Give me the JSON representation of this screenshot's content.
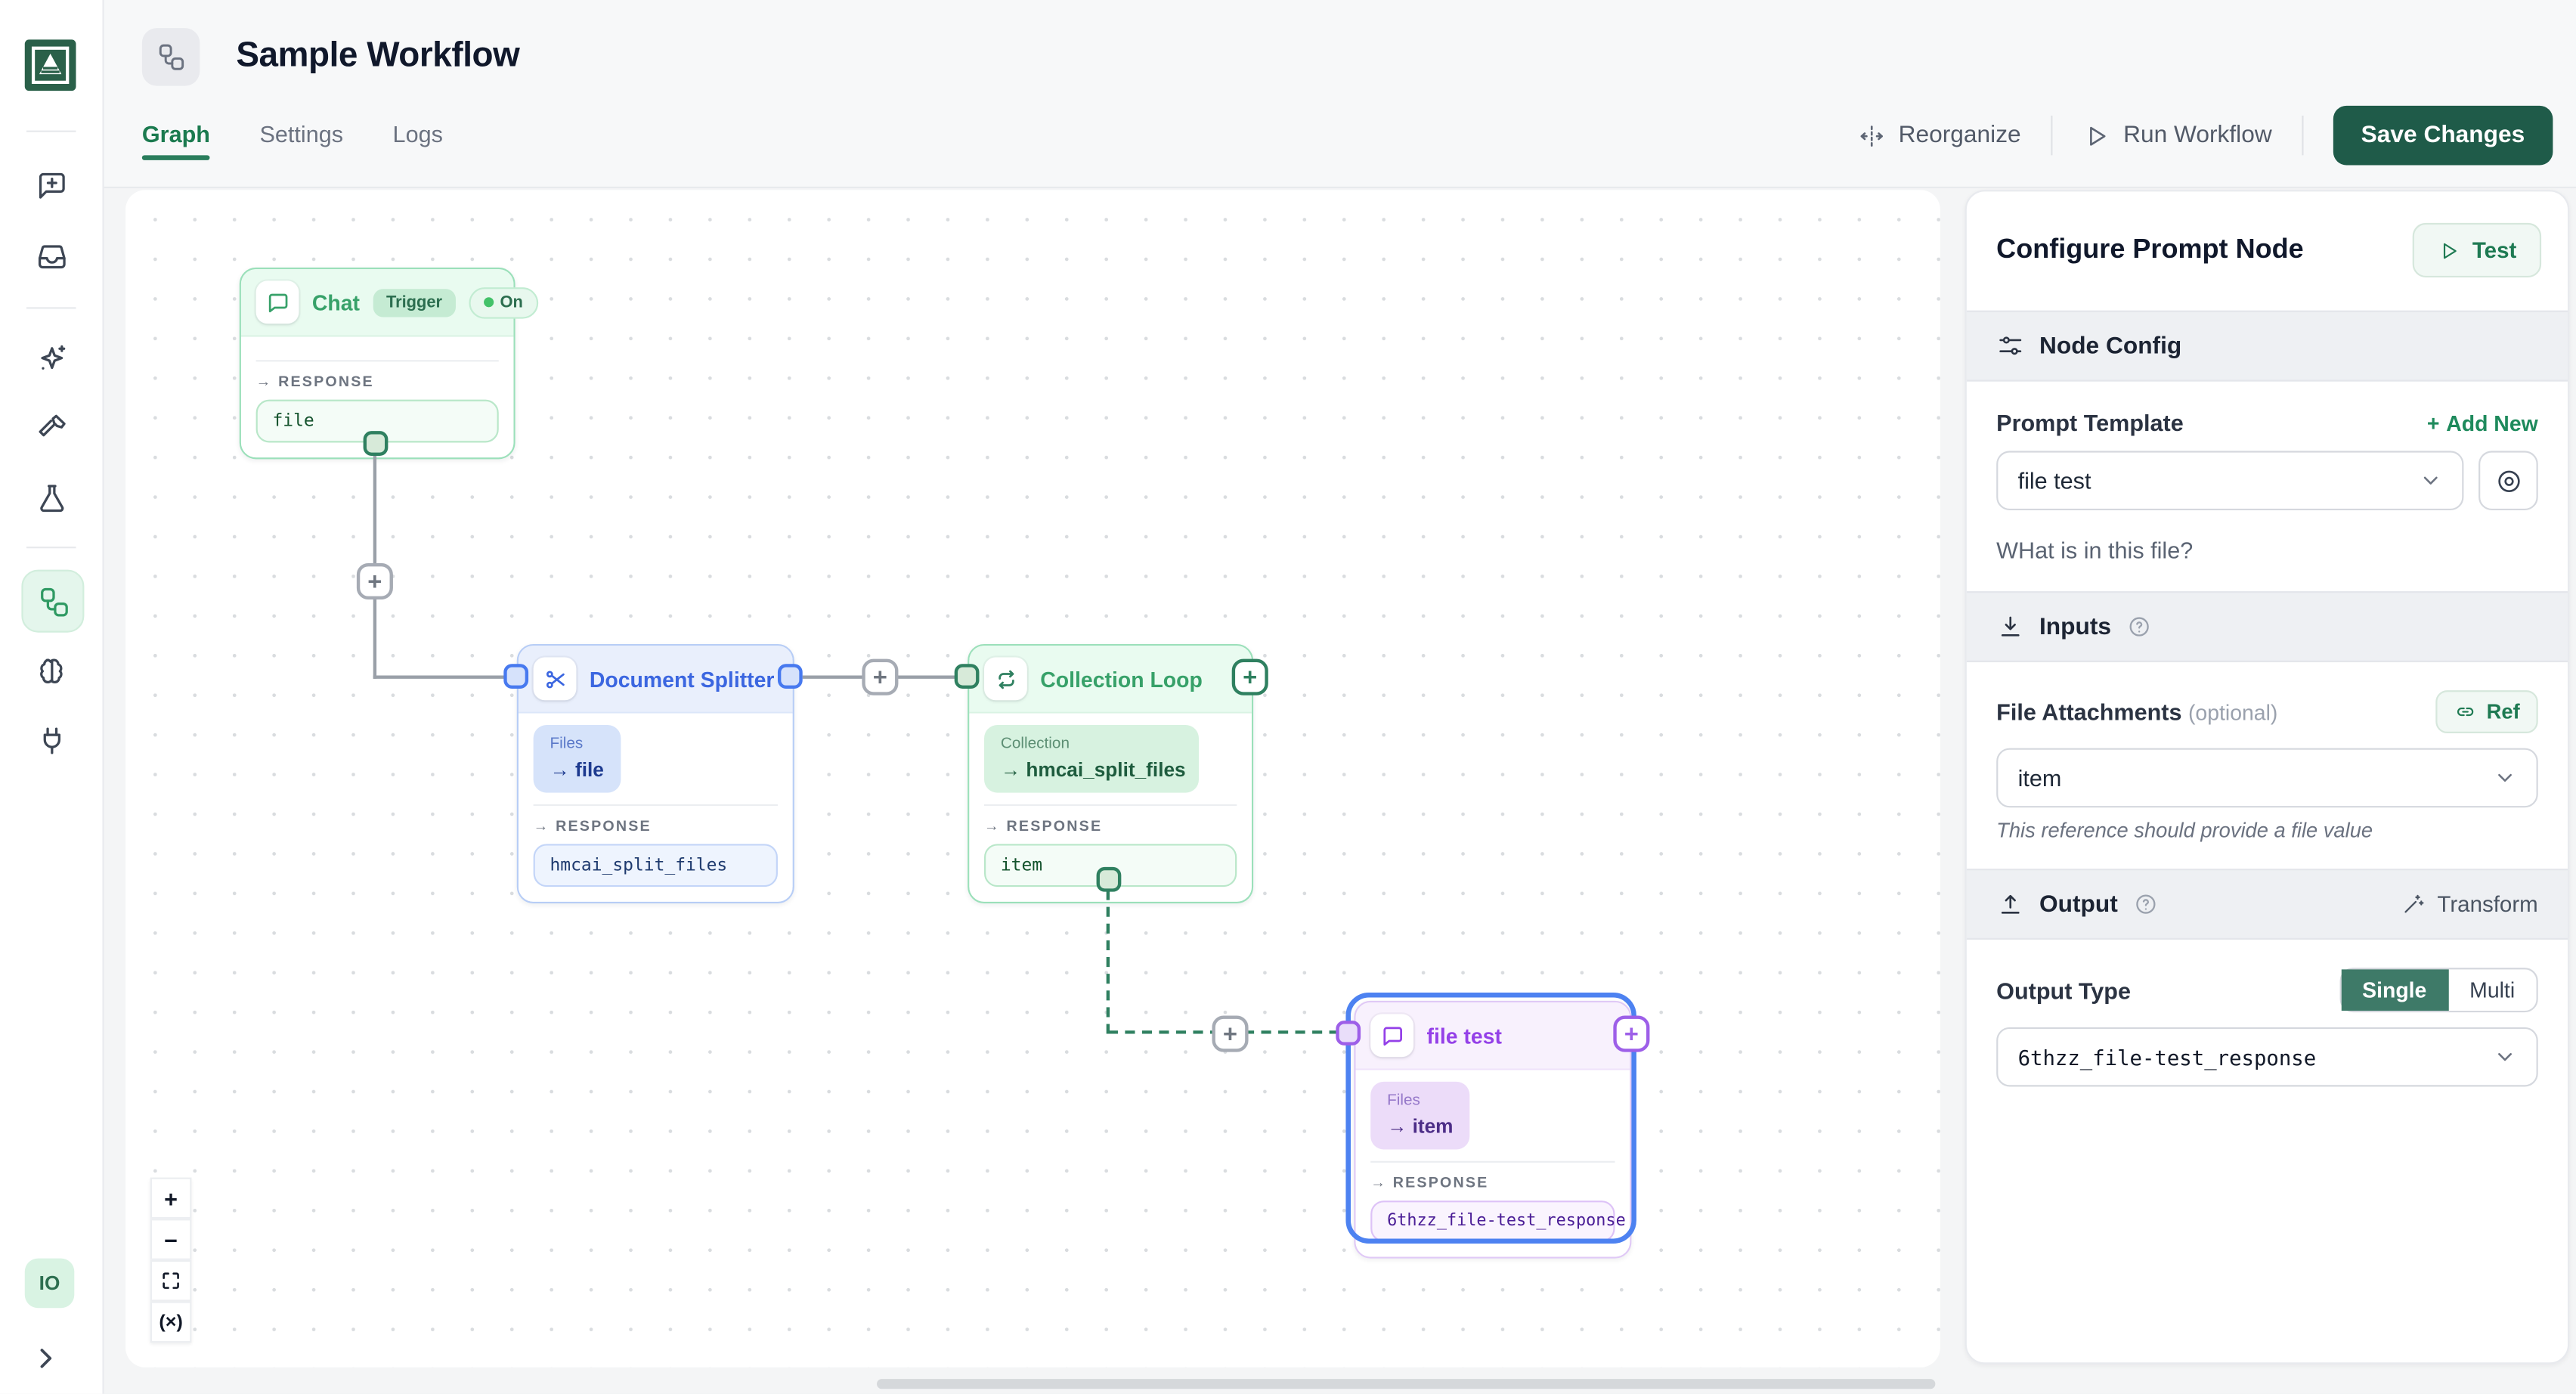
{
  "colors": {
    "accent_green": "#1e7a52",
    "save_button_green": "#1f5b49",
    "node_green": "#37a169",
    "node_blue": "#3b66e0",
    "node_purple": "#9440e8",
    "selection_blue": "#4d82f1",
    "single_toggle_green": "#3e7a68"
  },
  "sidebar": {
    "avatar_initials": "IO",
    "icons": [
      "logo",
      "new-chat",
      "inbox",
      "sparkles",
      "tools",
      "experiments",
      "workflows",
      "models",
      "integrations"
    ],
    "active_item": "workflows"
  },
  "header": {
    "title": "Sample Workflow",
    "tabs": [
      {
        "label": "Graph",
        "active": true
      },
      {
        "label": "Settings",
        "active": false
      },
      {
        "label": "Logs",
        "active": false
      }
    ],
    "actions": {
      "reorganize": "Reorganize",
      "run": "Run Workflow",
      "save": "Save Changes"
    }
  },
  "canvas": {
    "plus": "+",
    "nodes": {
      "chat": {
        "title": "Chat",
        "badge": "Trigger",
        "toggle": "On",
        "response_label": "→ RESPONSE",
        "response": "file"
      },
      "document_splitter": {
        "title": "Document Splitter",
        "input_name": "Files",
        "input_ref": "→ file",
        "response_label": "→ RESPONSE",
        "response": "hmcai_split_files"
      },
      "collection_loop": {
        "title": "Collection Loop",
        "input_name": "Collection",
        "input_ref": "→ hmcai_split_files",
        "response_label": "→ RESPONSE",
        "response": "item"
      },
      "file_test": {
        "title": "file test",
        "input_name": "Files",
        "input_ref": "→ item",
        "response_label": "→ RESPONSE",
        "response": "6thzz_file-test_response"
      }
    },
    "controls": {
      "zoom_in": "+",
      "zoom_out": "−",
      "var_toggle": "(×)"
    }
  },
  "panel": {
    "title": "Configure Prompt Node",
    "test_button": "Test",
    "node_config": {
      "heading": "Node Config",
      "prompt_template_label": "Prompt Template",
      "add_new_plus": "+",
      "add_new": "Add New",
      "template_value": "file test",
      "template_preview": "WHat is in this file?"
    },
    "inputs": {
      "heading": "Inputs",
      "field_label": "File Attachments",
      "optional": "(optional)",
      "ref_button": "Ref",
      "value": "item",
      "hint": "This reference should provide a file value"
    },
    "output": {
      "heading": "Output",
      "transform": "Transform",
      "type_label": "Output Type",
      "single": "Single",
      "multi": "Multi",
      "value": "6thzz_file-test_response"
    }
  }
}
